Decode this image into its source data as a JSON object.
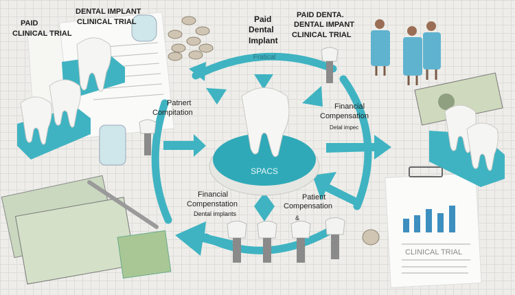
{
  "colors": {
    "accent": "#3fb3c2",
    "accent_dark": "#2a8f9c",
    "paper": "#f7f7f4",
    "tooth": "#f4f4f2",
    "money": "#9fc08a"
  },
  "labels": {
    "top_left_a": [
      "PAID",
      "CLINICAL TRIAL"
    ],
    "top_left_b": [
      "DENTAL IMPLANT",
      "CLINICAL TRIAL"
    ],
    "top_center": [
      "Paid",
      "Dental",
      "Implant"
    ],
    "top_right": [
      "PAID DENTA.",
      "DENTAL IMPANT",
      "CLINICAL TRIAL"
    ],
    "arc_top": "Fratical",
    "left_mid": [
      "Patnert",
      "Compitation"
    ],
    "right_mid": [
      "Financial",
      "Compensation"
    ],
    "right_mid_sub": "Detal impec",
    "platform": "SPACS",
    "bottom_left": [
      "Financial",
      "Compenstation",
      "Dental implants"
    ],
    "bottom_right": [
      "Patient",
      "Compensation"
    ],
    "ampersand": "&",
    "report_title": "CLINICAL TRIAL"
  },
  "icons": [
    "tooth-icon",
    "dental-implant-icon",
    "dollar-bill-icon",
    "coin-stack-icon",
    "clinician-figure-icon",
    "bar-chart-report-icon",
    "pen-icon",
    "jar-icon",
    "arrow-icon"
  ]
}
